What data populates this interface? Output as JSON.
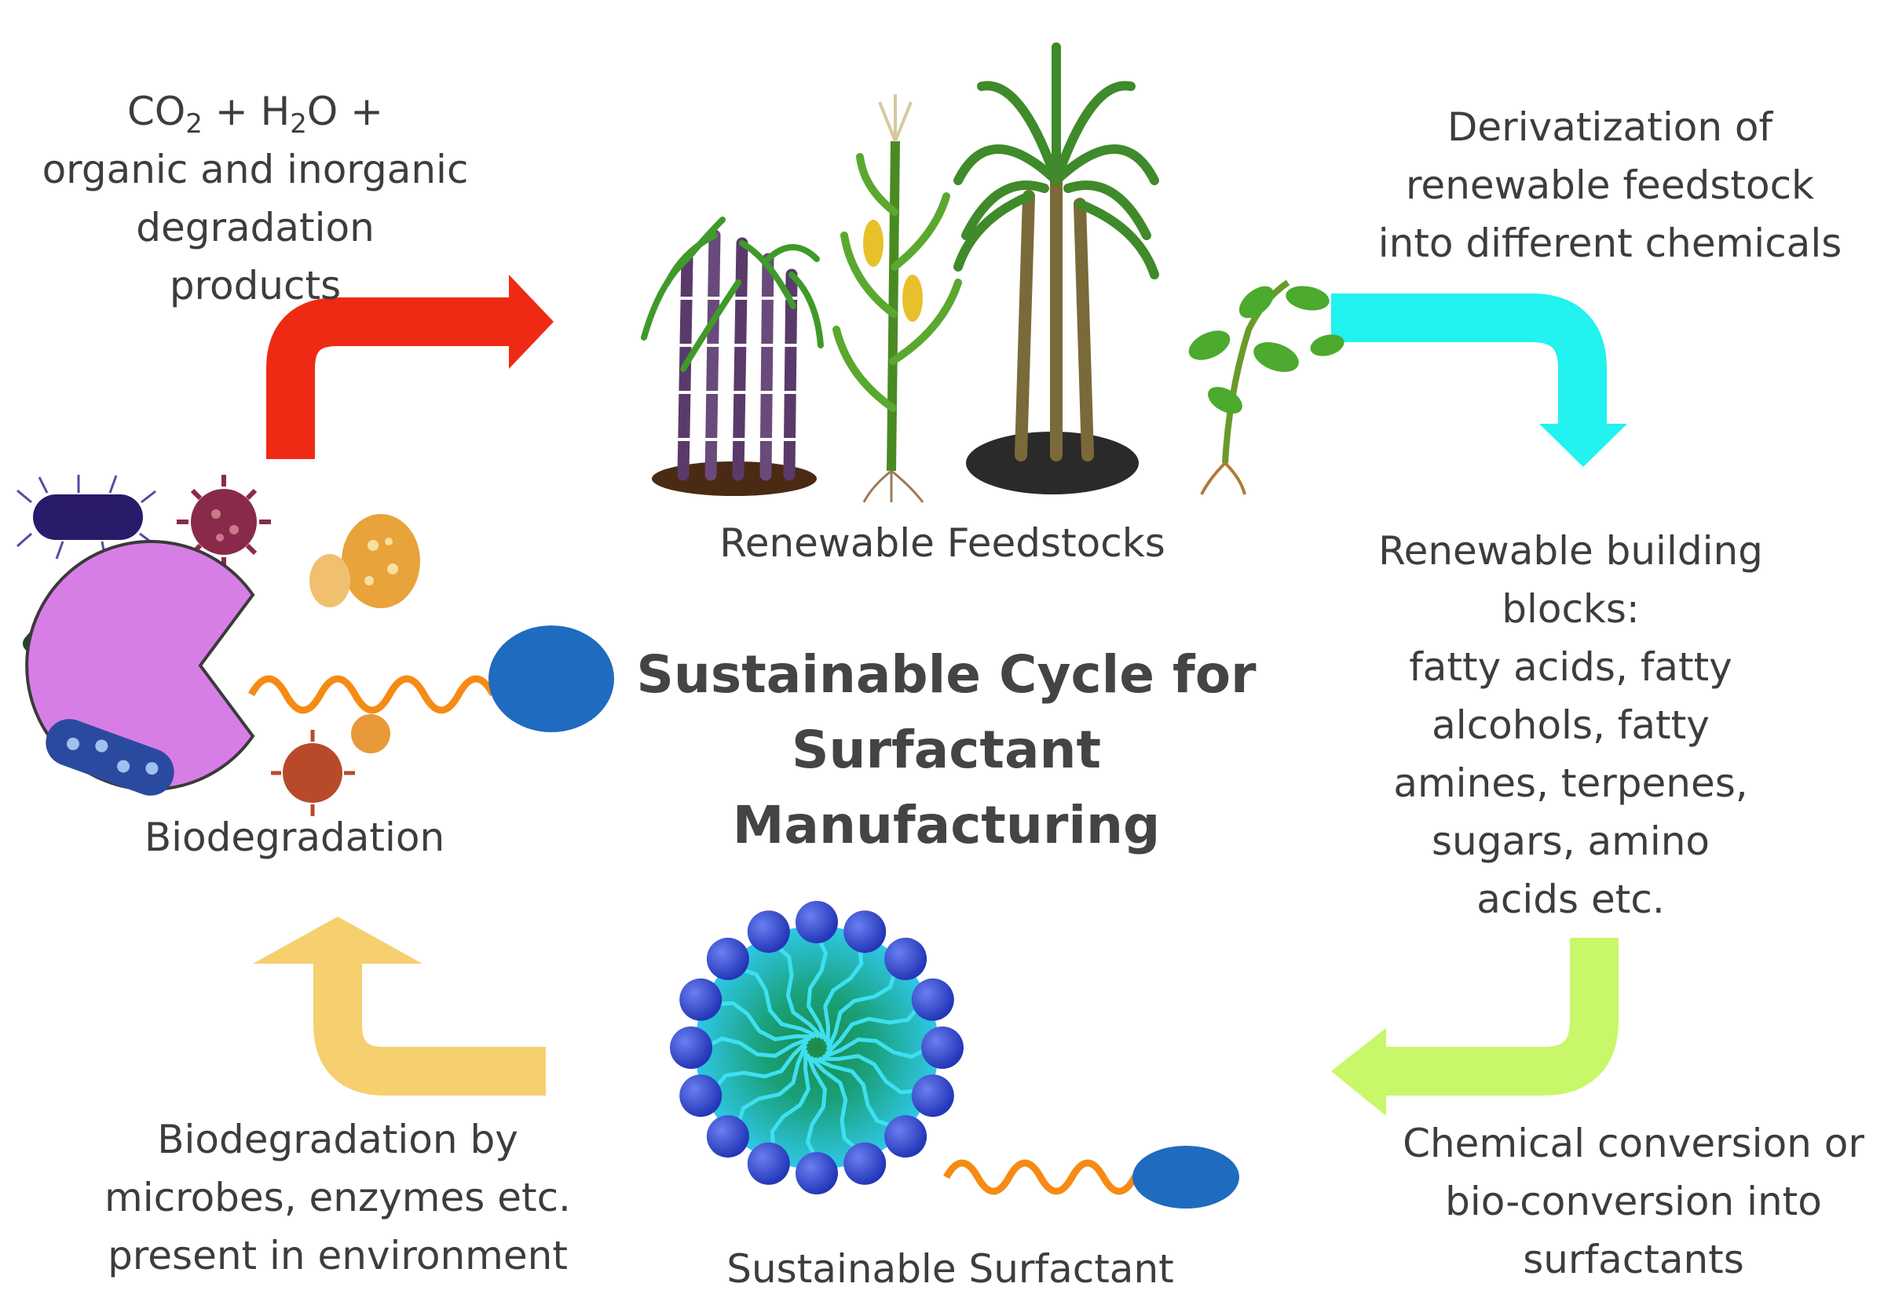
{
  "title": {
    "line1": "Sustainable Cycle for",
    "line2": "Surfactant",
    "line3": "Manufacturing"
  },
  "labels": {
    "degradation_products": {
      "formula": {
        "co": "CO",
        "co_sub": "2",
        "plus1": " + H",
        "h_sub": "2",
        "o_plus": "O +"
      },
      "line2": "organic and inorganic",
      "line3": "degradation",
      "line4": "products"
    },
    "derivatization": {
      "line1": "Derivatization of",
      "line2": "renewable feedstock",
      "line3": "into different chemicals"
    },
    "renewable_feedstocks": "Renewable Feedstocks",
    "building_blocks": {
      "line1": "Renewable building",
      "line2": "blocks:",
      "line3": "fatty acids, fatty",
      "line4": "alcohols, fatty",
      "line5": "amines, terpenes,",
      "line6": "sugars, amino",
      "line7": "acids etc."
    },
    "biodegradation": "Biodegradation",
    "chemical_conversion": {
      "line1": "Chemical conversion or",
      "line2": "bio-conversion into",
      "line3": "surfactants"
    },
    "sustainable_surfactant": "Sustainable Surfactant",
    "biodegradation_by": {
      "line1": "Biodegradation by",
      "line2": "microbes, enzymes etc.",
      "line3": "present in environment"
    }
  },
  "colors": {
    "arrow_red": "#ee2a14",
    "arrow_cyan": "#22f2f0",
    "arrow_green": "#c8f76a",
    "arrow_yellow": "#f6cf6e",
    "surfactant_head": "#1f6bc0",
    "surfactant_tail": "#f58b14",
    "enzyme": "#d77ee6"
  },
  "icons": [
    "sugarcane-icon",
    "corn-plant-icon",
    "palm-tree-icon",
    "soybean-plant-icon",
    "bacteria-icon",
    "virus-icon",
    "enzyme-pacman-icon",
    "micelle-icon",
    "surfactant-molecule-icon"
  ]
}
